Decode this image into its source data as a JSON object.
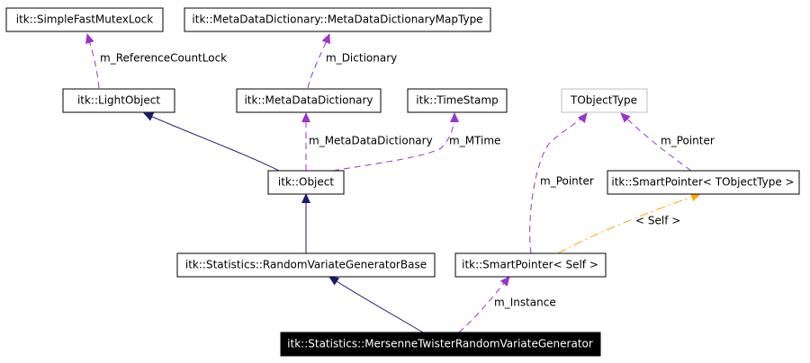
{
  "colors": {
    "inheritance": "#191970",
    "usage": "#9a32cd",
    "template": "#ffa500",
    "focus_bg": "#000000",
    "focus_text": "#ffffff"
  },
  "nodes": {
    "simple_fast_mutex_lock": "itk::SimpleFastMutexLock",
    "meta_data_dictionary_map_type": "itk::MetaDataDictionary::MetaDataDictionaryMapType",
    "light_object": "itk::LightObject",
    "meta_data_dictionary": "itk::MetaDataDictionary",
    "time_stamp": "itk::TimeStamp",
    "t_object_type": "TObjectType",
    "smart_pointer_t_object_type": "itk::SmartPointer< TObjectType >",
    "object": "itk::Object",
    "random_variate_generator_base": "itk::Statistics::RandomVariateGeneratorBase",
    "smart_pointer_self": "itk::SmartPointer< Self >",
    "mersenne_twister": "itk::Statistics::MersenneTwisterRandomVariateGenerator"
  },
  "edge_labels": {
    "reference_count_lock": "m_ReferenceCountLock",
    "dictionary": "m_Dictionary",
    "meta_data_dictionary": "m_MetaDataDictionary",
    "m_time": "m_MTime",
    "pointer_left": "m_Pointer",
    "pointer_right": "m_Pointer",
    "self": "< Self >",
    "instance": "m_Instance"
  }
}
